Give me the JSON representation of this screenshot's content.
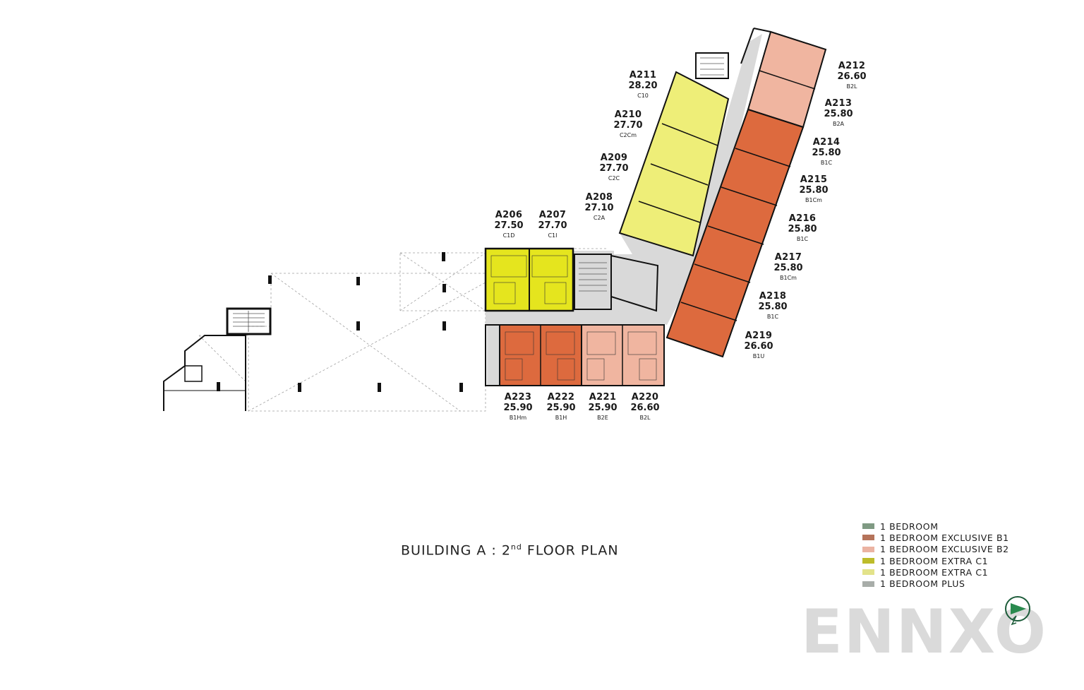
{
  "plan_title": {
    "prefix": "BUILDING A : 2",
    "sup": "nd",
    "suffix": " FLOOR PLAN"
  },
  "units": [
    {
      "code": "A206",
      "area": "27.50",
      "type": "C1D"
    },
    {
      "code": "A207",
      "area": "27.70",
      "type": "C1I"
    },
    {
      "code": "A208",
      "area": "27.10",
      "type": "C2A"
    },
    {
      "code": "A209",
      "area": "27.70",
      "type": "C2C"
    },
    {
      "code": "A210",
      "area": "27.70",
      "type": "C2Cm"
    },
    {
      "code": "A211",
      "area": "28.20",
      "type": "C10"
    },
    {
      "code": "A212",
      "area": "26.60",
      "type": "B2L"
    },
    {
      "code": "A213",
      "area": "25.80",
      "type": "B2A"
    },
    {
      "code": "A214",
      "area": "25.80",
      "type": "B1C"
    },
    {
      "code": "A215",
      "area": "25.80",
      "type": "B1Cm"
    },
    {
      "code": "A216",
      "area": "25.80",
      "type": "B1C"
    },
    {
      "code": "A217",
      "area": "25.80",
      "type": "B1Cm"
    },
    {
      "code": "A218",
      "area": "25.80",
      "type": "B1C"
    },
    {
      "code": "A219",
      "area": "26.60",
      "type": "B1U"
    },
    {
      "code": "A220",
      "area": "26.60",
      "type": "B2L"
    },
    {
      "code": "A221",
      "area": "25.90",
      "type": "B2E"
    },
    {
      "code": "A222",
      "area": "25.90",
      "type": "B1H"
    },
    {
      "code": "A223",
      "area": "25.90",
      "type": "B1Hm"
    }
  ],
  "legend": [
    {
      "label": "1 BEDROOM",
      "color": "#7f9a83"
    },
    {
      "label": "1 BEDROOM EXCLUSIVE B1",
      "color": "#b5735a"
    },
    {
      "label": "1 BEDROOM EXCLUSIVE B2",
      "color": "#ebb3a2"
    },
    {
      "label": "1 BEDROOM EXTRA C1",
      "color": "#bdbc2a"
    },
    {
      "label": "1 BEDROOM EXTRA C1",
      "color": "#e3e38a"
    },
    {
      "label": "1 BEDROOM PLUS",
      "color": "#a8ada9"
    }
  ],
  "colors": {
    "b1": "#dd6a3e",
    "b2": "#f0b5a0",
    "c1_bright": "#e5e51e",
    "c1_pale": "#eeee78",
    "corridor": "#d9d9d9",
    "wall": "#1a1a1a"
  },
  "watermark": "ENNXO",
  "compass_icon": "north-arrow-icon"
}
